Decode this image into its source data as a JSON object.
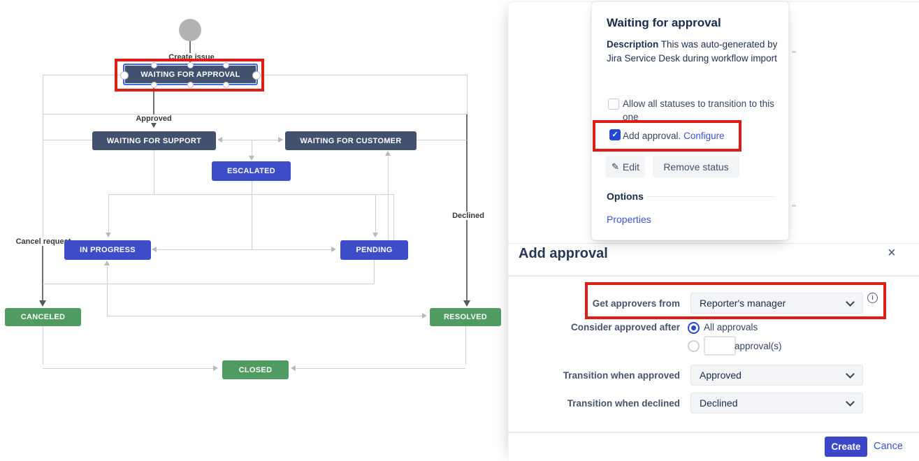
{
  "diagram": {
    "start_transition": "Create issue",
    "transitions": {
      "approved": "Approved",
      "declined": "Declined",
      "cancel_request": "Cancel request"
    },
    "statuses": [
      {
        "label": "WAITING FOR APPROVAL",
        "category": "slate",
        "selected": true,
        "highlighted": true
      },
      {
        "label": "WAITING FOR SUPPORT",
        "category": "slate"
      },
      {
        "label": "WAITING FOR CUSTOMER",
        "category": "slate"
      },
      {
        "label": "ESCALATED",
        "category": "blue"
      },
      {
        "label": "IN PROGRESS",
        "category": "blue"
      },
      {
        "label": "PENDING",
        "category": "blue"
      },
      {
        "label": "CANCELED",
        "category": "green"
      },
      {
        "label": "RESOLVED",
        "category": "green"
      },
      {
        "label": "CLOSED",
        "category": "green"
      }
    ]
  },
  "popover": {
    "title": "Waiting for approval",
    "description_label": "Description",
    "description_text": " This was auto-generated by Jira Service Desk during workflow import",
    "allow_checkbox_label": "Allow all statuses to transition to this one",
    "allow_checkbox_checked": false,
    "approval_checkbox_label": "Add approval.",
    "configure_link": "Configure",
    "approval_checkbox_checked": true,
    "check_glyph": "✓",
    "pencil_icon": "✎",
    "edit_button": "Edit",
    "remove_button": "Remove status",
    "options_label": "Options",
    "properties_link": "Properties"
  },
  "dialog": {
    "title": "Add approval",
    "close_glyph": "×",
    "get_approvers_label": "Get approvers from",
    "get_approvers_value": "Reporter's manager",
    "info_glyph": "i",
    "consider_label": "Consider approved after",
    "all_approvals_label": "All approvals",
    "selected_option": "All approvals",
    "approvals_input_value": "",
    "approvals_suffix": "approval(s)",
    "transition_approved_label": "Transition when approved",
    "transition_approved_value": "Approved",
    "transition_declined_label": "Transition when declined",
    "transition_declined_value": "Declined",
    "create_button": "Create",
    "cancel_button": "Cancel"
  },
  "colors": {
    "status_slate": "#42526E",
    "status_blue": "#3D4CC8",
    "status_green": "#4F9B62",
    "highlight_red": "#DF1D17",
    "selection_blue": "#4365E8",
    "link": "#3A53D6",
    "create_button_bg": "#3B47C8",
    "checkbox_checked": "#2549D6"
  }
}
